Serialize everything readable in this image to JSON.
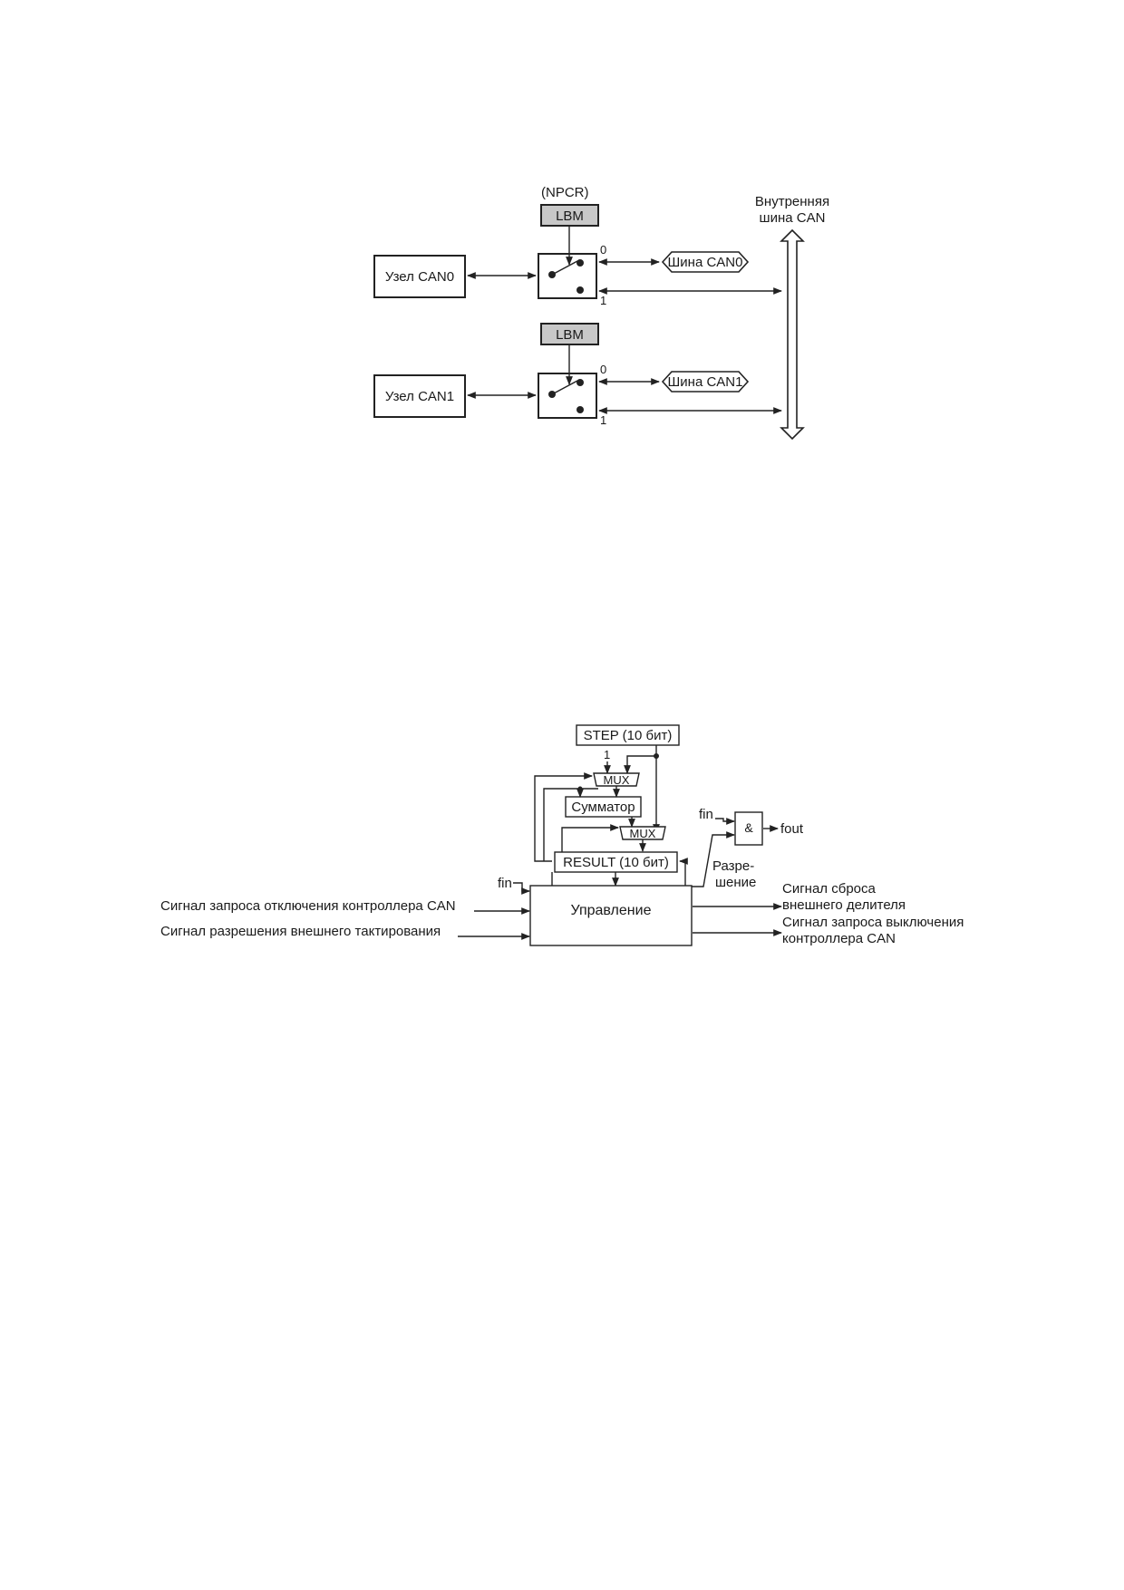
{
  "diagram1": {
    "npcr": "(NPCR)",
    "lbm_top": "LBM",
    "lbm_bottom": "LBM",
    "node0": "Узел CAN0",
    "node1": "Узел CAN1",
    "bus0": "Шина CAN0",
    "bus1": "Шина CAN1",
    "internal_bus_line1": "Внутренняя",
    "internal_bus_line2": "шина CAN",
    "sw0_pos0": "0",
    "sw0_pos1": "1",
    "sw1_pos0": "0",
    "sw1_pos1": "1"
  },
  "diagram2": {
    "step": "STEP (10 бит)",
    "const_one": "1",
    "mux_top": "MUX",
    "adder": "Сумматор",
    "mux_bottom": "MUX",
    "result": "RESULT (10 бит)",
    "control": "Управление",
    "fin_control": "fin",
    "fin_and": "fin",
    "and_gate": "&",
    "fout": "fout",
    "enable_line1": "Разре-",
    "enable_line2": "шение",
    "in_disable_req": "Сигнал запроса отключения контроллера CAN",
    "in_ext_clock": "Сигнал разрешения внешнего тактирования",
    "out_reset_line1": "Сигнал сброса",
    "out_reset_line2": "внешнего делителя",
    "out_off_req_line1": "Сигнал запроса выключения",
    "out_off_req_line2": "контроллера CAN"
  }
}
